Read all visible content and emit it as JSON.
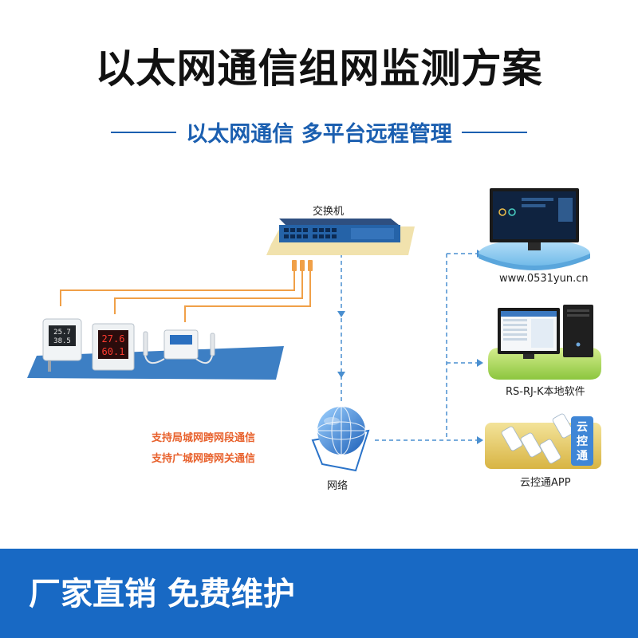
{
  "header": {
    "title": "以太网通信组网监测方案",
    "subtitle": "以太网通信 多平台远程管理"
  },
  "diagram": {
    "switch_label": "交换机",
    "network_label": "网络",
    "features": [
      "支持局城网跨网段通信",
      "支持广城网跨网关通信"
    ],
    "endpoints": {
      "web": "www.0531yun.cn",
      "software": "RS-RJ-K本地软件",
      "app": "云控通APP"
    },
    "app_icon_text": [
      "云",
      "控",
      "通"
    ],
    "sensor_displays": {
      "sensor1": [
        "25.7",
        "38.5"
      ],
      "sensor2": [
        "27.6",
        "60.1"
      ]
    },
    "colors": {
      "cable": "#f0a048",
      "link": "#4a8fd0",
      "platform": "#3d7fc4",
      "accent": "#1869c4",
      "feature_text": "#e8612c"
    }
  },
  "footer": {
    "text": "厂家直销 免费维护"
  }
}
